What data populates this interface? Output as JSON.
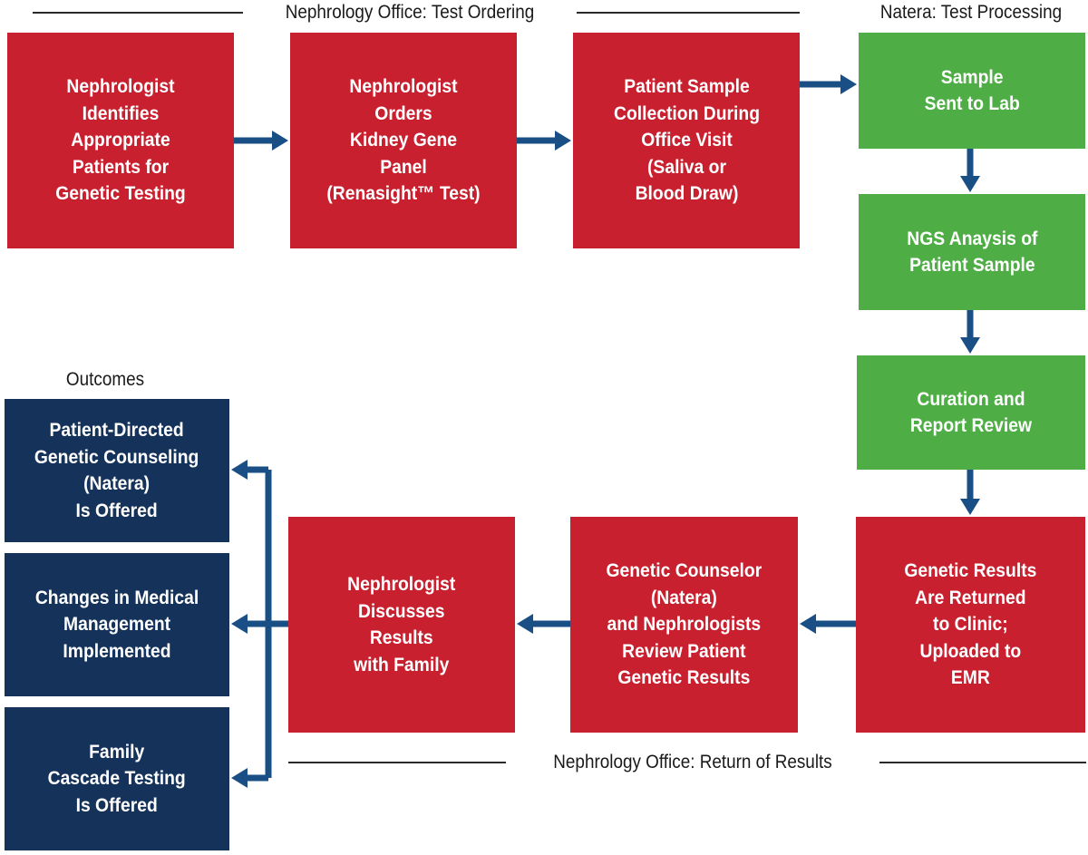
{
  "sections": {
    "test_ordering": "Nephrology Office: Test Ordering",
    "test_processing": "Natera: Test Processing",
    "return_of_results": "Nephrology Office: Return of Results",
    "outcomes": "Outcomes"
  },
  "nodes": {
    "identify_patients": "Nephrologist\nIdentifies\nAppropriate\nPatients for\nGenetic Testing",
    "order_panel": "Nephrologist\nOrders\nKidney Gene\nPanel\n(Renasight™ Test)",
    "sample_collection": "Patient Sample\nCollection During\nOffice Visit\n(Saliva or\nBlood Draw)",
    "sample_sent": "Sample\nSent to Lab",
    "ngs_analysis": "NGS Anaysis of\nPatient Sample",
    "curation": "Curation and\nReport Review",
    "results_returned": "Genetic Results\nAre Returned\nto Clinic;\nUploaded to\nEMR",
    "counselor_review": "Genetic Counselor\n(Natera)\nand Nephrologists\nReview Patient\nGenetic Results",
    "discuss_results": "Nephrologist\nDiscusses\nResults\nwith Family",
    "outcome_counseling": "Patient-Directed\nGenetic Counseling\n(Natera)\nIs Offered",
    "outcome_management": "Changes in Medical\nManagement\nImplemented",
    "outcome_cascade": "Family\nCascade Testing\nIs Offered"
  },
  "colors": {
    "office_step": "#c8202f",
    "lab_step": "#4eae45",
    "outcome": "#15335a",
    "arrow": "#1a4f86",
    "text": "#ffffff",
    "rule": "#2a2a2a"
  }
}
